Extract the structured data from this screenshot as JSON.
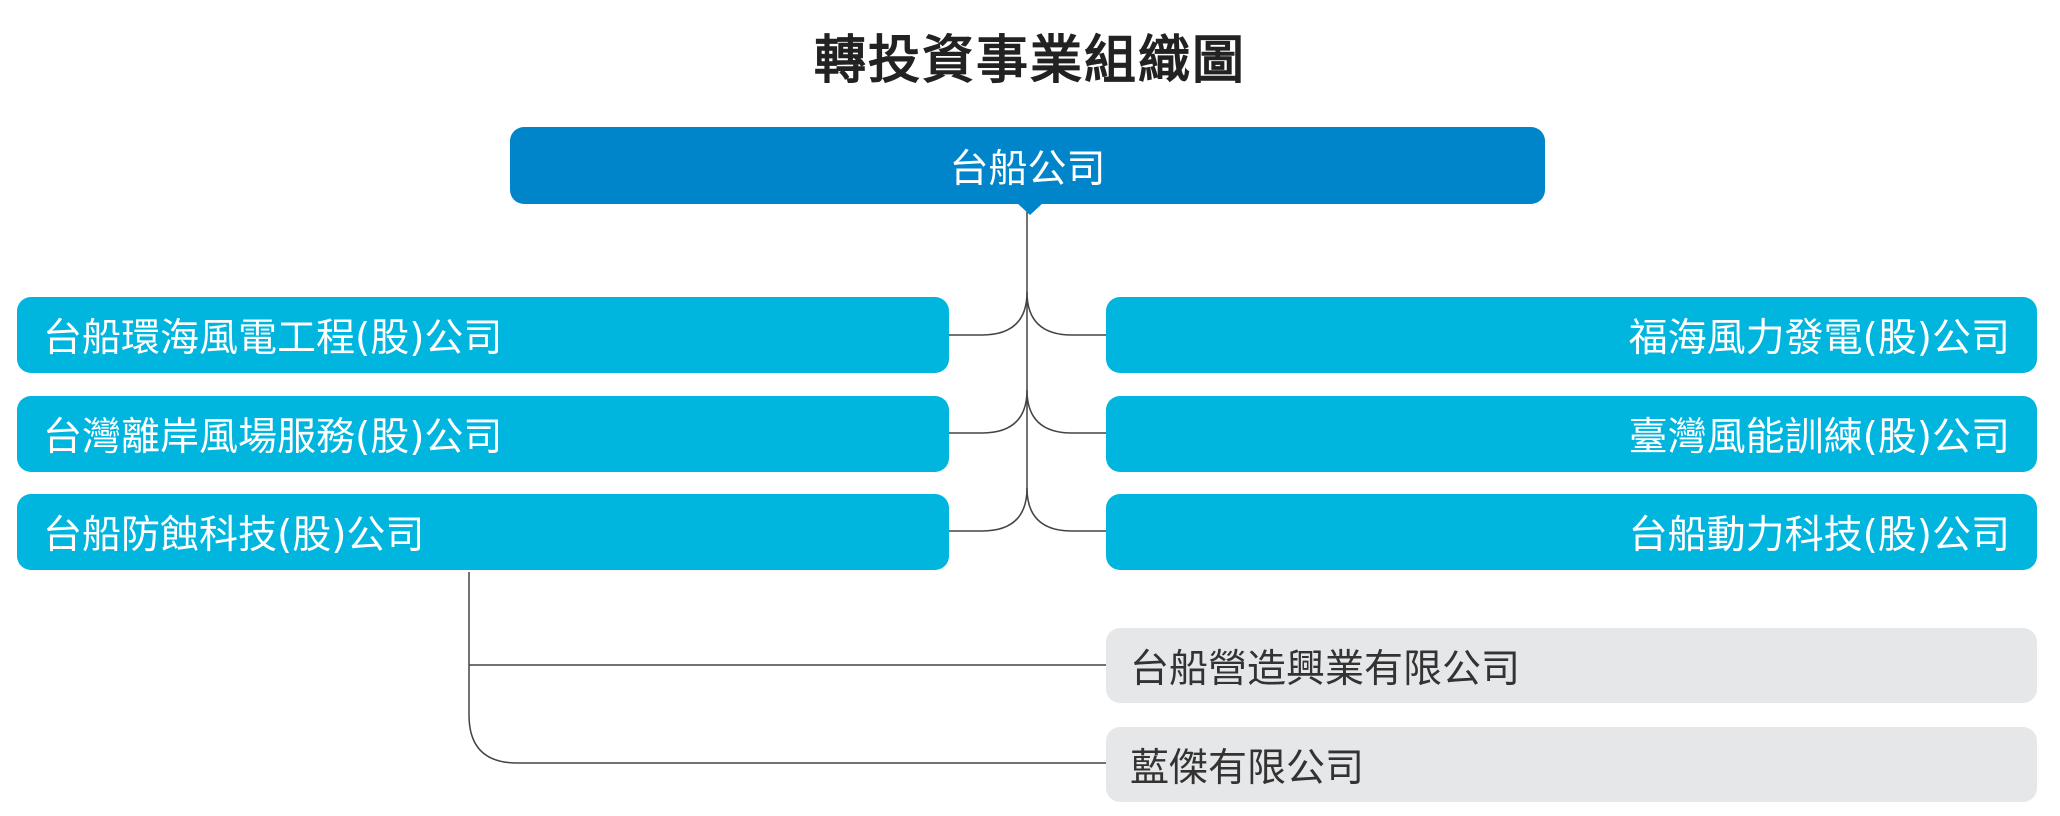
{
  "title": "轉投資事業組織圖",
  "root": "台船公司",
  "left": [
    "台船環海風電工程(股)公司",
    "台灣離岸風場服務(股)公司",
    "台船防蝕科技(股)公司"
  ],
  "right": [
    "福海風力發電(股)公司",
    "臺灣風能訓練(股)公司",
    "台船動力科技(股)公司"
  ],
  "sub": [
    "台船營造興業有限公司",
    "藍傑有限公司"
  ],
  "colors": {
    "root": "#0085CA",
    "child": "#00B5DE",
    "sub": "#E6E7E9",
    "line": "#444444"
  }
}
